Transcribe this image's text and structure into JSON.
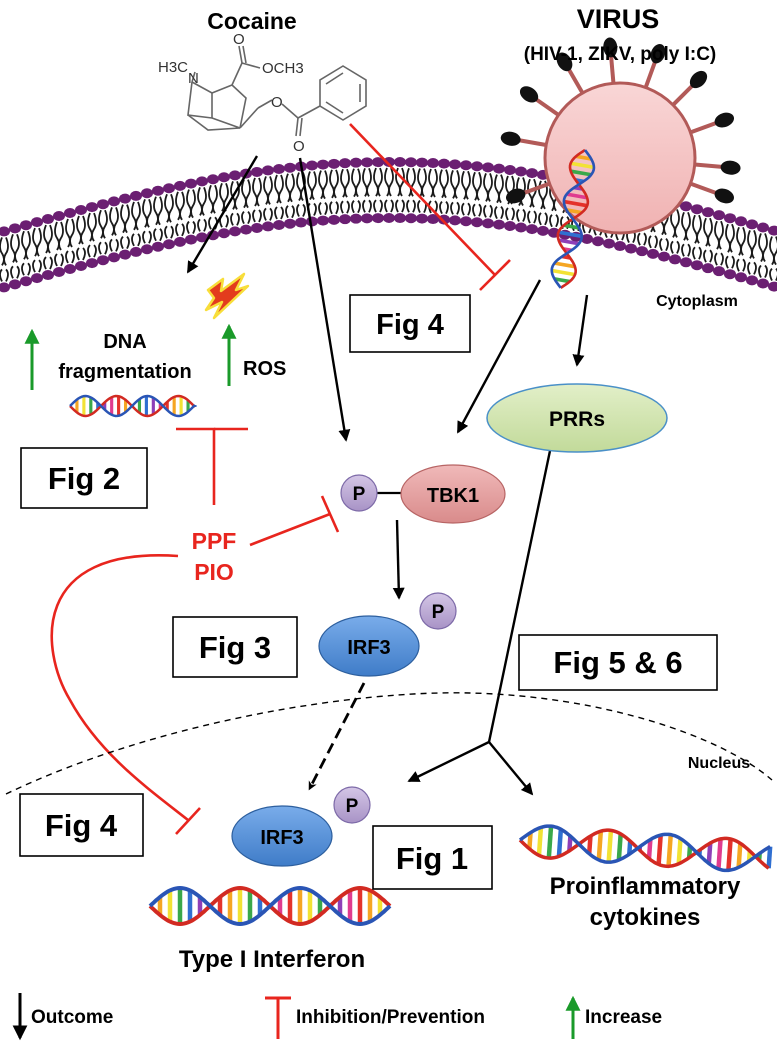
{
  "drug": {
    "name": "Cocaine",
    "structure_labels": {
      "nitrogen_methyl": "H3C",
      "nitrogen": "N",
      "ester": "OCH3",
      "carbonyl_o": "O",
      "ester_o": "O",
      "benzoyl_o": "O"
    }
  },
  "virus": {
    "title": "VIRUS",
    "examples": "(HIV-1, ZIKV, poly I:C)"
  },
  "compartments": {
    "cytoplasm": "Cytoplasm",
    "nucleus": "Nucleus"
  },
  "nodes": {
    "prrs": "PRRs",
    "tbk1": "TBK1",
    "phospho": "P",
    "irf3": "IRF3",
    "type1_ifn": "Type I Interferon",
    "proinflammatory": [
      "Proinflammatory",
      "cytokines"
    ],
    "dna_fragmentation": [
      "DNA",
      "fragmentation"
    ],
    "ros": "ROS",
    "inhibitors": [
      "PPF",
      "PIO"
    ]
  },
  "figure_refs": {
    "fig4_top": "Fig 4",
    "fig2": "Fig 2",
    "fig3": "Fig 3",
    "fig56": "Fig 5 & 6",
    "fig4_bottom": "Fig 4",
    "fig1": "Fig 1"
  },
  "legend": {
    "outcome": "Outcome",
    "inhibition": "Inhibition/Prevention",
    "increase": "Increase"
  },
  "colors": {
    "membrane_head": "#6b1f72",
    "virus_body": "#f6c6c6",
    "virus_spike": "#b25a58",
    "prrs_fill": "#d4e6b4",
    "tbk1_fill": "#e8a4a4",
    "phospho_fill": "#c0aed6",
    "irf3_fill": "#5b94d6",
    "inhibition": "#e8251e",
    "increase": "#1a9a2a",
    "outcome": "#000000"
  }
}
